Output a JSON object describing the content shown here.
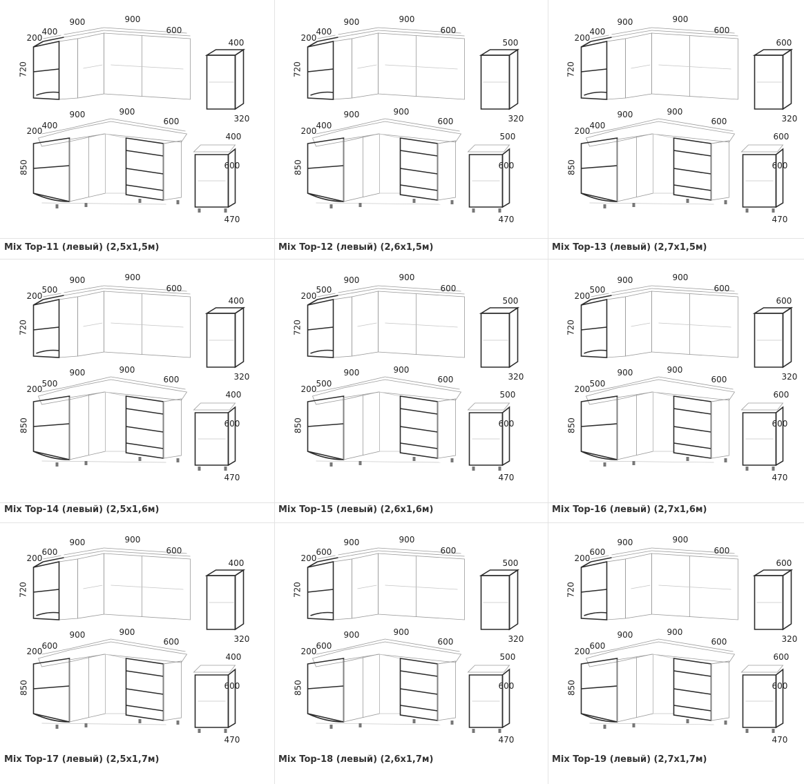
{
  "dimension_labels": {
    "upper_height": "720",
    "lower_height": "850",
    "standalone_depth_upper": "320",
    "standalone_height_lower": "600",
    "standalone_depth_lower": "470",
    "top_widths": [
      "900",
      "900",
      "600"
    ]
  },
  "kits": [
    {
      "caption": "Mix Top-11 (левый) (2,5х1,5м)",
      "w1": "200",
      "w2": "400",
      "side": "400"
    },
    {
      "caption": "Mix Top-12 (левый) (2,6х1,5м)",
      "w1": "200",
      "w2": "400",
      "side": "500"
    },
    {
      "caption": "Mix Top-13 (левый) (2,7х1,5м)",
      "w1": "200",
      "w2": "400",
      "side": "600"
    },
    {
      "caption": "Mix Top-14 (левый) (2,5х1,6м)",
      "w1": "200",
      "w2": "500",
      "side": "400"
    },
    {
      "caption": "Mix Top-15 (левый) (2,6х1,6м)",
      "w1": "200",
      "w2": "500",
      "side": "500"
    },
    {
      "caption": "Mix Top-16 (левый) (2,7х1,6м)",
      "w1": "200",
      "w2": "500",
      "side": "600"
    },
    {
      "caption": "Mix Top-17 (левый) (2,5х1,7м)",
      "w1": "200",
      "w2": "600",
      "side": "400"
    },
    {
      "caption": "Mix Top-18 (левый) (2,6х1,7м)",
      "w1": "200",
      "w2": "600",
      "side": "500"
    },
    {
      "caption": "Mix Top-19 (левый) (2,7х1,7м)",
      "w1": "200",
      "w2": "600",
      "side": "600"
    }
  ]
}
